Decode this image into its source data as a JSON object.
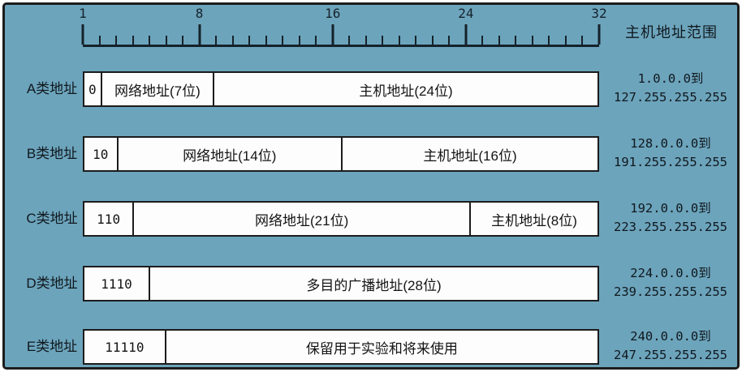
{
  "colors": {
    "background": "#6ca4bc",
    "bar_fill": "#fdfdfd",
    "line": "#1c1c1c"
  },
  "ruler": {
    "tick_labels": [
      "1",
      "8",
      "16",
      "24",
      "32"
    ],
    "label_bits": [
      1,
      8,
      16,
      24,
      32
    ],
    "total_bits": 32
  },
  "right_header": "主机地址范围",
  "rows": [
    {
      "label": "A类地址",
      "segments": [
        {
          "text": "0"
        },
        {
          "text": "网络地址(7位)"
        },
        {
          "text": "主机地址(24位)"
        }
      ],
      "range_line1": "1.0.0.0到",
      "range_line2": "127.255.255.255"
    },
    {
      "label": "B类地址",
      "segments": [
        {
          "text": "10"
        },
        {
          "text": "网络地址(14位)"
        },
        {
          "text": "主机地址(16位)"
        }
      ],
      "range_line1": "128.0.0.0到",
      "range_line2": "191.255.255.255"
    },
    {
      "label": "C类地址",
      "segments": [
        {
          "text": "110"
        },
        {
          "text": "网络地址(21位)"
        },
        {
          "text": "主机地址(8位)"
        }
      ],
      "range_line1": "192.0.0.0到",
      "range_line2": "223.255.255.255"
    },
    {
      "label": "D类地址",
      "segments": [
        {
          "text": "1110"
        },
        {
          "text": "多目的广播地址(28位)"
        }
      ],
      "range_line1": "224.0.0.0到",
      "range_line2": "239.255.255.255"
    },
    {
      "label": "E类地址",
      "segments": [
        {
          "text": "11110"
        },
        {
          "text": "保留用于实验和将来使用"
        }
      ],
      "range_line1": "240.0.0.0到",
      "range_line2": "247.255.255.255"
    }
  ]
}
